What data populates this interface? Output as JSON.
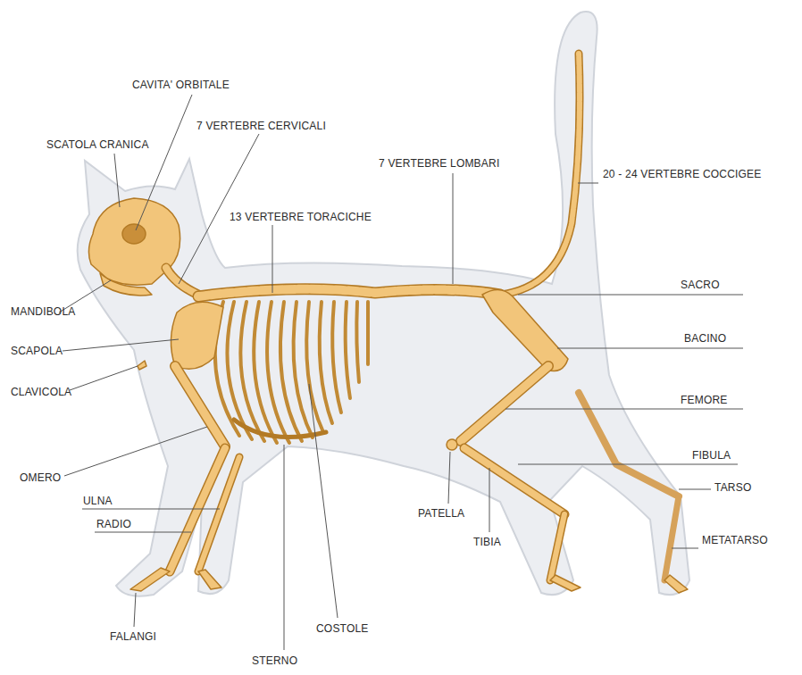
{
  "diagram": {
    "labels": [
      "CAVITA' ORBITALE",
      "SCATOLA CRANICA",
      "7 VERTEBRE CERVICALI",
      "7 VERTEBRE LOMBARI",
      "20 - 24 VERTEBRE COCCIGEE",
      "13 VERTEBRE TORACICHE",
      "SACRO",
      "MANDIBOLA",
      "SCAPOLA",
      "BACINO",
      "CLAVICOLA",
      "FEMORE",
      "FIBULA",
      "OMERO",
      "TARSO",
      "ULNA",
      "RADIO",
      "PATELLA",
      "TIBIA",
      "METATARSO",
      "COSTOLE",
      "FALANGI",
      "STERNO"
    ]
  }
}
